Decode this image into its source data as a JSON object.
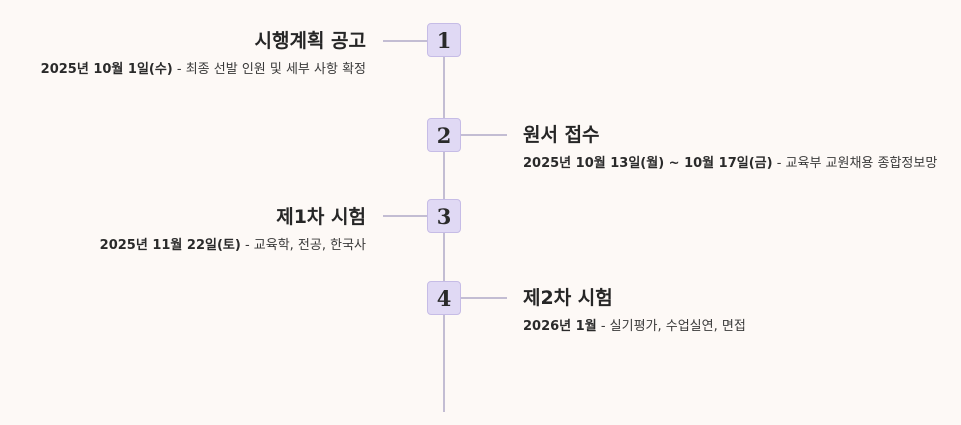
{
  "timeline": {
    "steps": [
      {
        "number": "1",
        "title": "시행계획 공고",
        "date": "2025년 10월 1일(수)",
        "separator": " - ",
        "detail": "최종 선발 인원 및 세부 사항 확정"
      },
      {
        "number": "2",
        "title": "원서 접수",
        "date": "2025년 10월 13일(월) ~ 10월 17일(금)",
        "separator": " - ",
        "detail": "교육부 교원채용 종합정보망"
      },
      {
        "number": "3",
        "title": "제1차 시험",
        "date": "2025년 11월 22일(토)",
        "separator": " - ",
        "detail": "교육학, 전공, 한국사"
      },
      {
        "number": "4",
        "title": "제2차 시험",
        "date": "2026년 1월",
        "separator": " - ",
        "detail": "실기평가, 수업실연, 면접"
      }
    ]
  },
  "colors": {
    "background": "#fdf9f6",
    "line": "#c3bdd3",
    "node_fill": "#e0d9f4",
    "node_border": "#c6bce6"
  }
}
